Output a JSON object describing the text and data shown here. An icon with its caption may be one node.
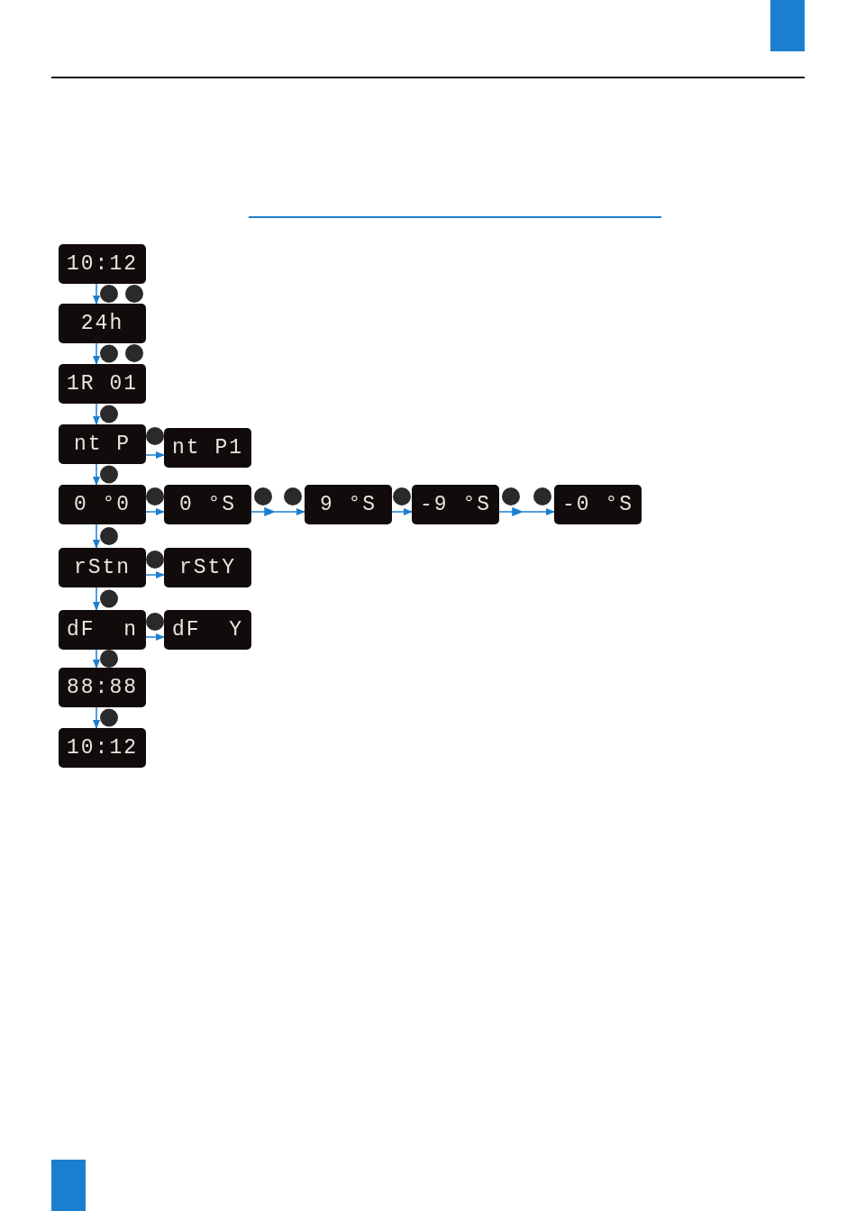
{
  "diagram": {
    "nodes": [
      {
        "text": [
          "10:12"
        ]
      },
      {
        "text": [
          "24h"
        ]
      },
      {
        "text": [
          "1R 01"
        ]
      },
      {
        "text": [
          "nt P"
        ]
      },
      {
        "text": [
          "nt P1"
        ]
      },
      {
        "text": [
          "0 °0"
        ]
      },
      {
        "text": [
          "0 °S"
        ]
      },
      {
        "text": [
          "9 °S"
        ]
      },
      {
        "text": [
          "-9 °S"
        ]
      },
      {
        "text": [
          "-0 °S"
        ]
      },
      {
        "text": [
          "rStn"
        ]
      },
      {
        "text": [
          "rStY"
        ]
      },
      {
        "text": [
          "dF  n"
        ]
      },
      {
        "text": [
          "dF  Y"
        ]
      },
      {
        "text": [
          "88:88"
        ]
      },
      {
        "text": [
          "10:12"
        ]
      }
    ],
    "edges": [
      {
        "from": 0,
        "to": 1,
        "arrow": "to"
      },
      {
        "from": 1,
        "to": 2,
        "arrow": "to"
      },
      {
        "from": 2,
        "to": 3,
        "arrow": "to"
      },
      {
        "from": 3,
        "to": 4,
        "arrow": "to"
      },
      {
        "from": 3,
        "to": 5,
        "arrow": "to"
      },
      {
        "from": 5,
        "to": 6,
        "arrow": "to"
      },
      {
        "from": 6,
        "to": 7,
        "arrow": "to"
      },
      {
        "from": 7,
        "to": 8,
        "arrow": "to"
      },
      {
        "from": 8,
        "to": 9,
        "arrow": "to"
      },
      {
        "from": 5,
        "to": 10,
        "arrow": "to"
      },
      {
        "from": 10,
        "to": 11,
        "arrow": "to"
      },
      {
        "from": 10,
        "to": 12,
        "arrow": "to"
      },
      {
        "from": 12,
        "to": 13,
        "arrow": "to"
      },
      {
        "from": 12,
        "to": 14,
        "arrow": "to"
      },
      {
        "from": 14,
        "to": 15,
        "arrow": "to"
      }
    ]
  }
}
